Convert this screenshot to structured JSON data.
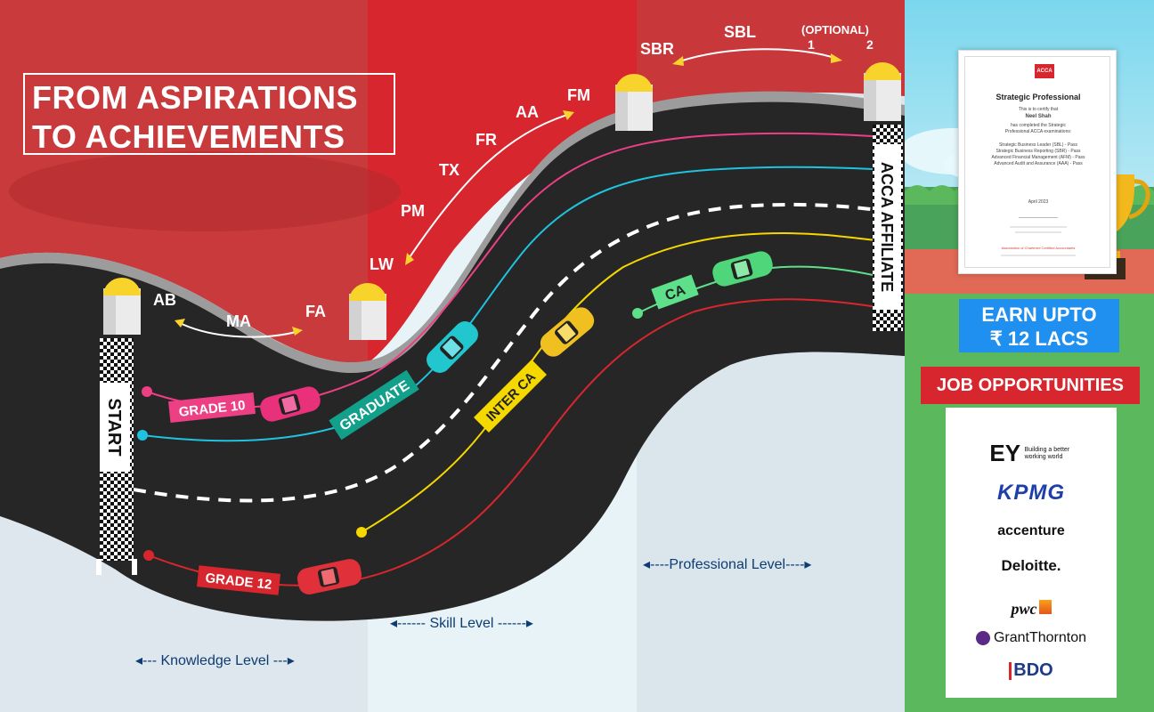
{
  "title": {
    "line1": "FROM ASPIRATIONS",
    "line2": "TO ACHIEVEMENTS"
  },
  "checkpoints": {
    "start": "START",
    "finish": "ACCA AFFILIATE"
  },
  "papers": {
    "knowledge": [
      "AB",
      "MA",
      "FA"
    ],
    "skill": [
      "LW",
      "PM",
      "TX",
      "FR",
      "AA",
      "FM"
    ],
    "professional": {
      "sbr": "SBR",
      "sbl": "SBL",
      "optional": "(OPTIONAL)",
      "opt1": "1",
      "opt2": "2"
    }
  },
  "lanes": {
    "grade10": "GRADE 10",
    "graduate": "GRADUATE",
    "inter_ca": "INTER CA",
    "ca": "CA",
    "grade12": "GRADE 12"
  },
  "levels": {
    "knowledge": "◂--- Knowledge Level ---▸",
    "skill": "◂------ Skill Level ------▸",
    "professional": "◂----Professional Level----▸"
  },
  "certificate": {
    "badge": "ACCA",
    "title": "Strategic Professional",
    "intro": "This is to certify that",
    "name": "Neel Shah",
    "body1": "has completed the Strategic",
    "body2": "Professional ACCA examinations:",
    "item1": "Strategic Business Leader (SBL) - Pass",
    "item2": "Strategic Business Reporting (SBR) - Pass",
    "item3": "Advanced Financial Management (AFM) - Pass",
    "item4": "Advanced Audit and Assurance (AAA) - Pass",
    "date": "April 2023",
    "footer": "Association of Chartered Certified Accountants"
  },
  "earn": {
    "line1": "EARN UPTO",
    "line2": "₹ 12 LACS"
  },
  "jobs": {
    "title": "JOB OPPORTUNITIES",
    "ey": "EY",
    "ey_tag": "Building a better working world",
    "kpmg": "KPMG",
    "accenture": "accenture",
    "deloitte": "Deloitte.",
    "pwc": "pwc",
    "grant": "GrantThornton",
    "bdo": "BDO"
  },
  "colors": {
    "red": "#d7262e",
    "road": "#262626",
    "grade10": "#ec3f84",
    "graduate": "#1fc3e0",
    "inter_ca": "#f5d800",
    "ca": "#5ee08a",
    "grade12": "#d7262e",
    "sky": "#7fd8ee",
    "grass": "#5cb85c",
    "track": "#e06a55"
  }
}
